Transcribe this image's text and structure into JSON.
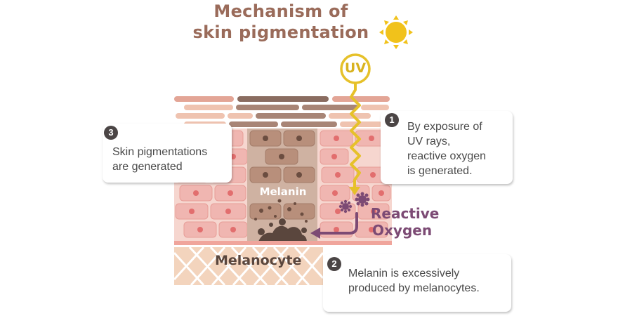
{
  "title": {
    "line1": "Mechanism of",
    "line2": "skin pigmentation"
  },
  "labels": {
    "uv": "UV",
    "melanin": "Melanin",
    "melanocyte": "Melanocyte",
    "reactive_oxygen_line1": "Reactive",
    "reactive_oxygen_line2": "Oxygen"
  },
  "steps": [
    {
      "number": "1",
      "text": "By exposure of\nUV rays,\nreactive oxygen\nis generated."
    },
    {
      "number": "2",
      "text": "Melanin is excessively\nproduced by melanocytes."
    },
    {
      "number": "3",
      "text": "Skin pigmentations\n are generated"
    }
  ],
  "colors": {
    "title": "#9a6b5a",
    "sun": "#f1c21b",
    "uv_ray": "#e6c12a",
    "reactive_oxygen": "#7c4a74",
    "melanin": "#5a463d",
    "skin_cell": "#f0b6b1",
    "dermis": "#f1cfb7"
  }
}
